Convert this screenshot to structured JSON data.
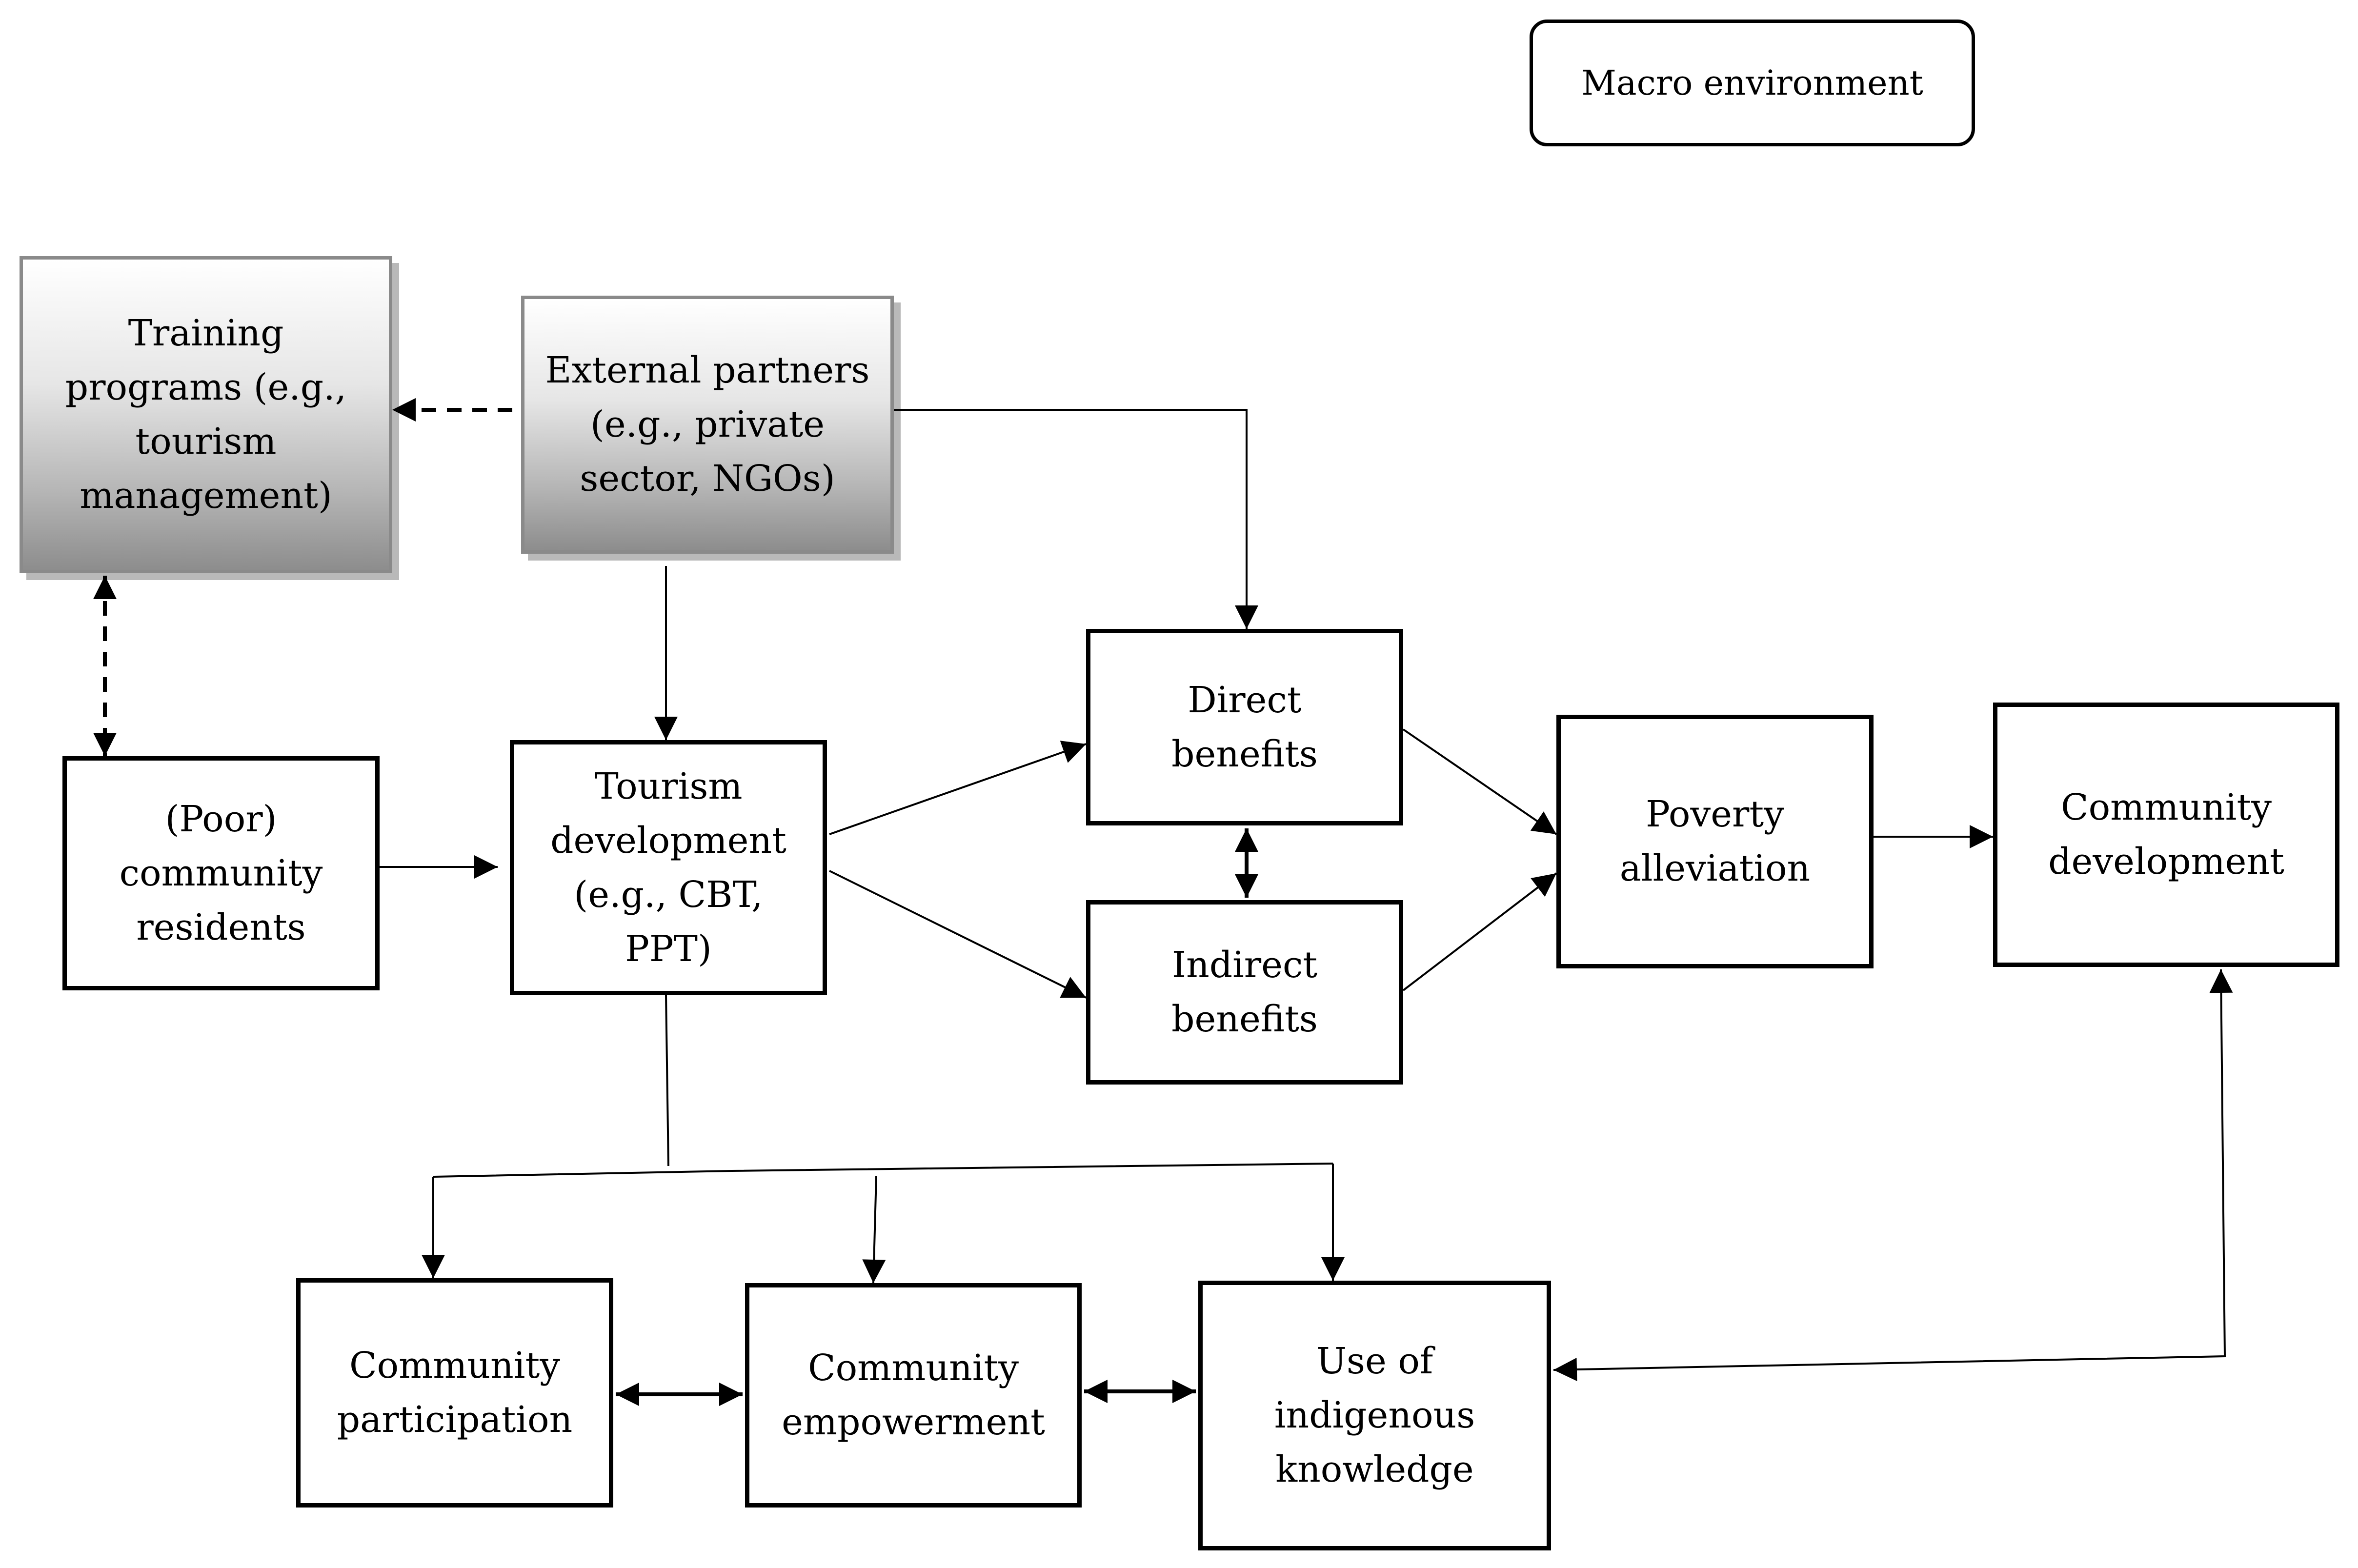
{
  "nodes": {
    "macro": {
      "label": "Macro environment"
    },
    "training": {
      "label": "Training\nprograms (e.g.,\ntourism\nmanagement)"
    },
    "partners": {
      "label": "External partners\n(e.g., private\nsector, NGOs)"
    },
    "residents": {
      "label": "(Poor)\ncommunity\nresidents"
    },
    "tourism": {
      "label": "Tourism\ndevelopment\n(e.g., CBT,\nPPT)"
    },
    "direct": {
      "label": "Direct\nbenefits"
    },
    "indirect": {
      "label": "Indirect\nbenefits"
    },
    "poverty": {
      "label": "Poverty\nalleviation"
    },
    "community_dev": {
      "label": "Community\ndevelopment"
    },
    "participation": {
      "label": "Community\nparticipation"
    },
    "empowerment": {
      "label": "Community\nempowerment"
    },
    "indigenous": {
      "label": "Use of\nindigenous\nknowledge"
    }
  },
  "edges": [
    {
      "from": "partners",
      "to": "training",
      "style": "dashed",
      "direction": "forward"
    },
    {
      "from": "training",
      "to": "residents",
      "style": "dashed",
      "direction": "both"
    },
    {
      "from": "partners",
      "to": "tourism",
      "style": "solid",
      "direction": "forward"
    },
    {
      "from": "partners",
      "to": "direct",
      "style": "solid",
      "direction": "forward"
    },
    {
      "from": "residents",
      "to": "tourism",
      "style": "solid",
      "direction": "forward"
    },
    {
      "from": "tourism",
      "to": "direct",
      "style": "solid",
      "direction": "forward"
    },
    {
      "from": "tourism",
      "to": "indirect",
      "style": "solid",
      "direction": "forward"
    },
    {
      "from": "direct",
      "to": "indirect",
      "style": "solid",
      "direction": "both"
    },
    {
      "from": "direct",
      "to": "poverty",
      "style": "solid",
      "direction": "forward"
    },
    {
      "from": "indirect",
      "to": "poverty",
      "style": "solid",
      "direction": "forward"
    },
    {
      "from": "poverty",
      "to": "community_dev",
      "style": "solid",
      "direction": "forward"
    },
    {
      "from": "tourism",
      "to": "participation",
      "style": "solid",
      "direction": "forward"
    },
    {
      "from": "tourism",
      "to": "empowerment",
      "style": "solid",
      "direction": "forward"
    },
    {
      "from": "tourism",
      "to": "indigenous",
      "style": "solid",
      "direction": "forward"
    },
    {
      "from": "participation",
      "to": "empowerment",
      "style": "solid",
      "direction": "both"
    },
    {
      "from": "empowerment",
      "to": "indigenous",
      "style": "solid",
      "direction": "both"
    },
    {
      "from": "indigenous",
      "to": "community_dev",
      "style": "solid",
      "direction": "both"
    }
  ]
}
